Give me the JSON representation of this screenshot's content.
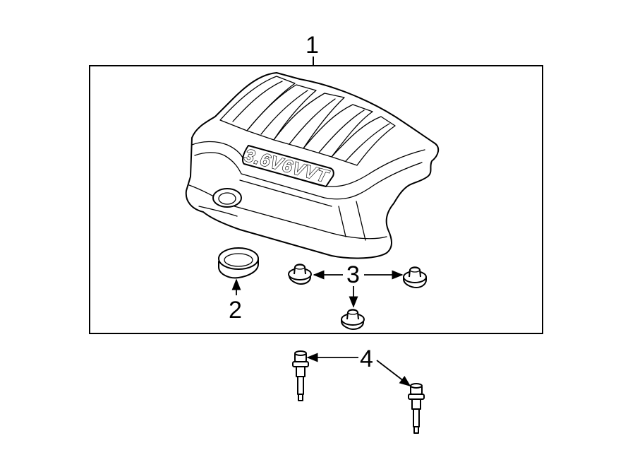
{
  "diagram": {
    "callouts": [
      {
        "id": "1",
        "label": "1"
      },
      {
        "id": "2",
        "label": "2"
      },
      {
        "id": "3",
        "label": "3"
      },
      {
        "id": "4",
        "label": "4"
      }
    ],
    "emblem_text": "3.6V6VVT",
    "colors": {
      "line": "#000000",
      "background": "#ffffff"
    },
    "parts": [
      {
        "callout": "1",
        "icon": "engine-cover-icon"
      },
      {
        "callout": "2",
        "icon": "grommet-icon"
      },
      {
        "callout": "3",
        "icon": "insulator-icon"
      },
      {
        "callout": "4",
        "icon": "stud-bolt-icon"
      }
    ]
  }
}
